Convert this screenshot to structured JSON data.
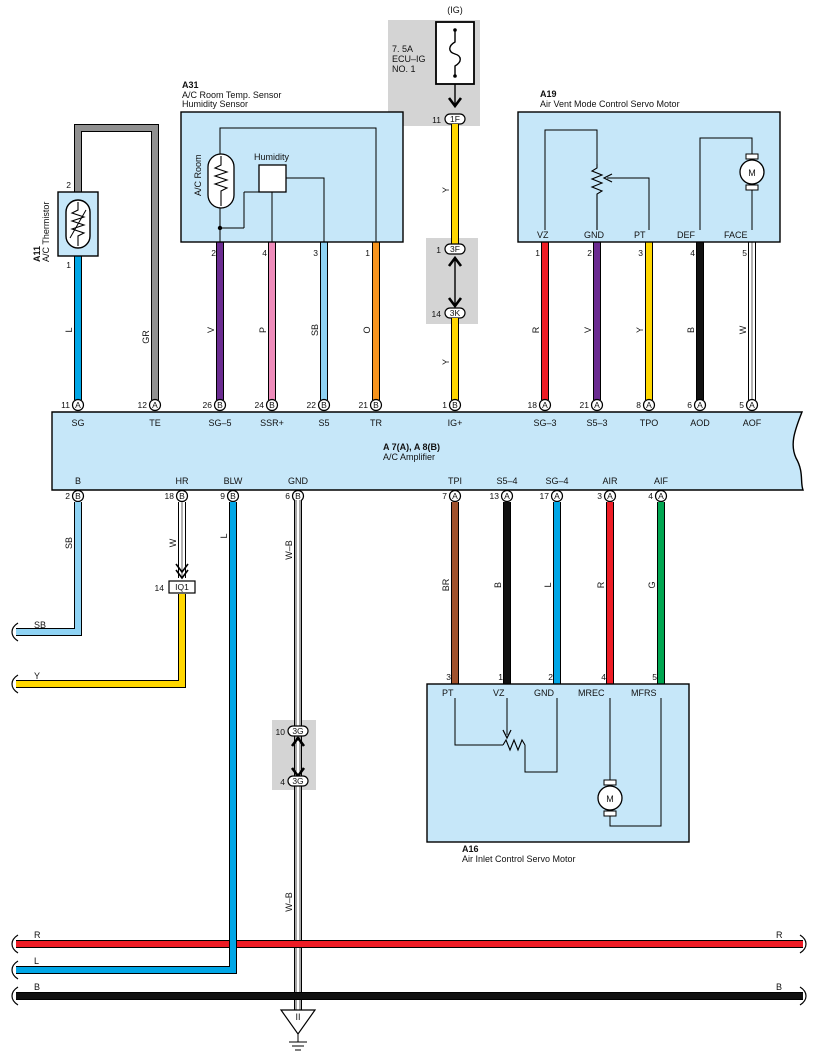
{
  "colors": {
    "L": "#00a6e6",
    "GR": "#909090",
    "V": "#6b2c91",
    "P": "#ef8cbb",
    "SB": "#8fd3f4",
    "O": "#f7941d",
    "Y": "#ffd700",
    "R": "#ee1c25",
    "B": "#111111",
    "W": "#ffffff",
    "BR": "#a0522d",
    "G": "#00a651",
    "WB": "#ffffff",
    "component_fill": "#c6e7f9",
    "fuse_box": "#d4d4d4"
  },
  "fuse": {
    "ig": "(IG)",
    "rating": "7. 5A",
    "name1": "ECU–IG",
    "name2": "NO. 1",
    "pin_in": "11",
    "conn_in": "1F"
  },
  "junction_3f3k": {
    "pin_top": "1",
    "conn_top": "3F",
    "pin_bot": "14",
    "conn_bot": "3K"
  },
  "a11": {
    "code": "A11",
    "name": "A/C Thermistor",
    "pin_top": "2",
    "pin_bot": "1"
  },
  "a31": {
    "code": "A31",
    "name1": "A/C Room Temp.  Sensor",
    "name2": "Humidity Sensor",
    "room_label": "A/C Room",
    "humidity_label": "Humidity",
    "pins": [
      "2",
      "4",
      "3",
      "1"
    ]
  },
  "a19": {
    "code": "A19",
    "name": "Air Vent Mode Control Servo Motor",
    "terms": [
      "VZ",
      "GND",
      "PT",
      "DEF",
      "FACE"
    ],
    "pins": [
      "1",
      "2",
      "3",
      "4",
      "5"
    ],
    "motor": "M"
  },
  "top_wires": [
    "L",
    "GR",
    "V",
    "P",
    "SB",
    "O",
    "Y",
    "Y",
    "R",
    "V",
    "Y",
    "B",
    "W"
  ],
  "amp": {
    "title": "A 7(A), A 8(B)",
    "subtitle": "A/C Amplifier",
    "top_pins": [
      {
        "num": "11",
        "conn": "A",
        "term": "SG"
      },
      {
        "num": "12",
        "conn": "A",
        "term": "TE"
      },
      {
        "num": "26",
        "conn": "B",
        "term": "SG–5"
      },
      {
        "num": "24",
        "conn": "B",
        "term": "SSR+"
      },
      {
        "num": "22",
        "conn": "B",
        "term": "S5"
      },
      {
        "num": "21",
        "conn": "B",
        "term": "TR"
      },
      {
        "num": "1",
        "conn": "B",
        "term": "IG+"
      },
      {
        "num": "18",
        "conn": "A",
        "term": "SG–3"
      },
      {
        "num": "21",
        "conn": "A",
        "term": "S5–3"
      },
      {
        "num": "8",
        "conn": "A",
        "term": "TPO"
      },
      {
        "num": "6",
        "conn": "A",
        "term": "AOD"
      },
      {
        "num": "5",
        "conn": "A",
        "term": "AOF"
      }
    ],
    "bot_pins": [
      {
        "num": "2",
        "conn": "B",
        "term": "B"
      },
      {
        "num": "18",
        "conn": "B",
        "term": "HR"
      },
      {
        "num": "9",
        "conn": "B",
        "term": "BLW"
      },
      {
        "num": "6",
        "conn": "B",
        "term": "GND"
      },
      {
        "num": "7",
        "conn": "A",
        "term": "TPI"
      },
      {
        "num": "13",
        "conn": "A",
        "term": "S5–4"
      },
      {
        "num": "17",
        "conn": "A",
        "term": "SG–4"
      },
      {
        "num": "3",
        "conn": "A",
        "term": "AIR"
      },
      {
        "num": "4",
        "conn": "A",
        "term": "AIF"
      }
    ]
  },
  "bottom_wires": [
    "SB",
    "W",
    "L",
    "W–B",
    "BR",
    "B",
    "L",
    "R",
    "G"
  ],
  "iq1": {
    "pin": "14",
    "conn": "IQ1"
  },
  "left_wires": [
    "SB",
    "Y"
  ],
  "junction_3g": {
    "pin_top": "10",
    "conn_top": "3G",
    "pin_bot": "4",
    "conn_bot": "3G"
  },
  "wb_lower": "W–B",
  "a16": {
    "code": "A16",
    "name": "Air Inlet Control Servo Motor",
    "terms": [
      "PT",
      "VZ",
      "GND",
      "MREC",
      "MFRS"
    ],
    "pins": [
      "3",
      "1",
      "2",
      "4",
      "5"
    ],
    "motor": "M"
  },
  "buses": {
    "r_left": "R",
    "r_right": "R",
    "l_left": "L",
    "b_left": "B",
    "b_right": "B"
  },
  "ground_mark": "II"
}
